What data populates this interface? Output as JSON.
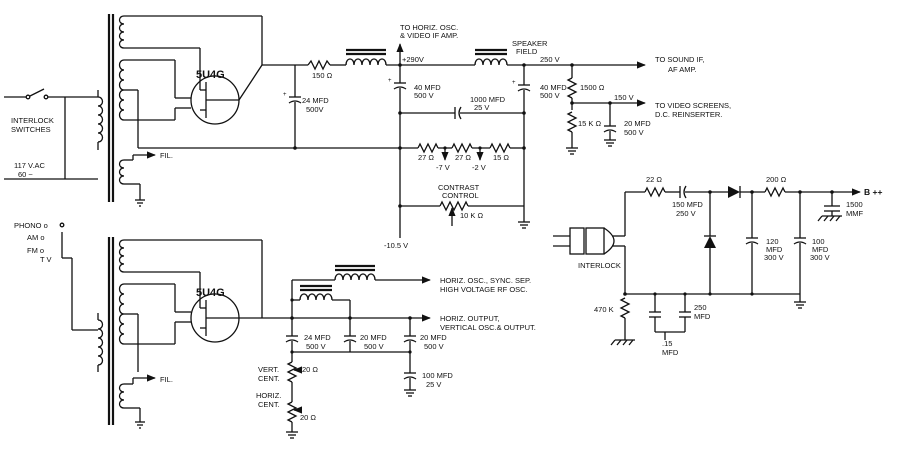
{
  "labels": {
    "tube1": "5U4G",
    "tube2": "5U4G",
    "fil1": "FIL.",
    "fil2": "FIL.",
    "interlock_switches": "INTERLOCK",
    "interlock_switches_2": "SWITCHES",
    "ac_in": "117 V.AC",
    "ac_in_2": "60 ~",
    "phono": "PHONO o",
    "am": "AM o",
    "fm": "FM o",
    "tv": "T V",
    "r150": "150 Ω",
    "to_horiz_osc": "TO HORIZ. OSC.",
    "to_horiz_osc_2": "& VIDEO IF AMP.",
    "v290": "+290V",
    "speaker_field": "SPEAKER",
    "speaker_field_2": "FIELD",
    "v250": "250 V",
    "to_sound_if": "TO SOUND IF,",
    "to_sound_if_2": "AF AMP.",
    "r1500": "1500 Ω",
    "v150": "150 V",
    "to_video_screens": "TO VIDEO SCREENS,",
    "to_video_screens_2": "D.C. REINSERTER.",
    "c24a": "24 MFD",
    "c24a_2": "500V",
    "c40a": "40 MFD",
    "c40a_2": "500 V",
    "c1000": "1000 MFD",
    "c1000_2": "25 V",
    "c40b": "40 MFD",
    "c40b_2": "500 V",
    "r15k": "15 K Ω",
    "c20a": "20 MFD",
    "c20a_2": "500 V",
    "r27a": "27 Ω",
    "r27b": "27 Ω",
    "r15": "15 Ω",
    "vm7": "-7 V",
    "vm2": "-2 V",
    "contrast": "CONTRAST",
    "contrast_2": "CONTROL",
    "r10k": "10 K Ω",
    "vm105": "-10.5 V",
    "horiz_osc_sync": "HORIZ. OSC., SYNC. SEP.",
    "horiz_osc_sync_2": "HIGH VOLTAGE RF OSC.",
    "horiz_output": "HORIZ. OUTPUT,",
    "horiz_output_2": "VERTICAL OSC.& OUTPUT.",
    "c24b": "24 MFD",
    "c24b_2": "500 V",
    "c20b": "20 MFD",
    "c20b_2": "500 V",
    "c20c": "20 MFD",
    "c20c_2": "500 V",
    "c100a": "100 MFD",
    "c100a_2": "25 V",
    "vert_cent": "VERT.",
    "vert_cent_2": "CENT.",
    "r20a": "20 Ω",
    "horiz_cent": "HORIZ.",
    "horiz_cent_2": "CENT.",
    "r20b": "20 Ω",
    "r22": "22 Ω",
    "c150": "150 MFD",
    "c150_2": "250 V",
    "r200": "200 Ω",
    "bplus": "B ++",
    "c1500": "1500",
    "c1500_2": "MMF",
    "interlock": "INTERLOCK",
    "c120": "120",
    "c120_2": "MFD",
    "c120_3": "300 V",
    "c100b": "100",
    "c100b_2": "MFD",
    "c100b_3": "300 V",
    "r470k": "470 K",
    "c250": "250",
    "c250_2": "MFD",
    "c15": ".15",
    "c15_2": "MFD"
  }
}
